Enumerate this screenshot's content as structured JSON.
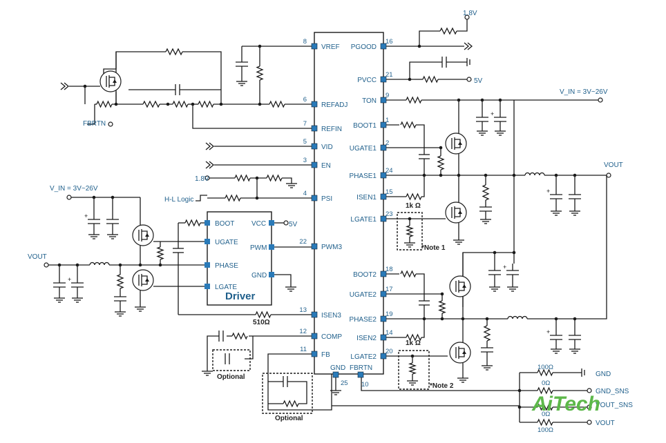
{
  "ic": {
    "left_pins": [
      {
        "name": "VREF",
        "num": "8"
      },
      {
        "name": "REFADJ",
        "num": "6"
      },
      {
        "name": "REFIN",
        "num": "7"
      },
      {
        "name": "VID",
        "num": "5"
      },
      {
        "name": "EN",
        "num": "3"
      },
      {
        "name": "PSI",
        "num": "4"
      },
      {
        "name": "PWM3",
        "num": "22"
      },
      {
        "name": "ISEN3",
        "num": "13"
      },
      {
        "name": "COMP",
        "num": "12"
      },
      {
        "name": "FB",
        "num": "11"
      }
    ],
    "right_pins": [
      {
        "name": "PGOOD",
        "num": "16"
      },
      {
        "name": "PVCC",
        "num": "21"
      },
      {
        "name": "TON",
        "num": "9"
      },
      {
        "name": "BOOT1",
        "num": "1"
      },
      {
        "name": "UGATE1",
        "num": "2"
      },
      {
        "name": "PHASE1",
        "num": "24"
      },
      {
        "name": "ISEN1",
        "num": "15"
      },
      {
        "name": "LGATE1",
        "num": "23"
      },
      {
        "name": "BOOT2",
        "num": "18"
      },
      {
        "name": "UGATE2",
        "num": "17"
      },
      {
        "name": "PHASE2",
        "num": "19"
      },
      {
        "name": "ISEN2",
        "num": "14"
      },
      {
        "name": "LGATE2",
        "num": "20"
      }
    ],
    "bottom_pins": [
      {
        "name": "GND",
        "num": "25"
      },
      {
        "name": "FBRTN",
        "num": "10"
      }
    ]
  },
  "driver": {
    "title": "Driver",
    "left_pins": [
      "BOOT",
      "UGATE",
      "PHASE",
      "LGATE"
    ],
    "right_pins": [
      "VCC",
      "PWM",
      "GND"
    ],
    "vcc_supply": "5V"
  },
  "nets": {
    "v18_top": "1.8V",
    "v5_pvcc": "5V",
    "vin_main": "V_IN = 3V~26V",
    "vin_driver": "V_IN = 3V~26V",
    "vout_right": "VOUT",
    "vout_left": "VOUT",
    "fbrtn": "FBRTN",
    "v18_left": "1.8V",
    "hl_logic": "H-L Logic"
  },
  "labels": {
    "r_1k_1": "1k Ω",
    "r_1k_2": "1k Ω",
    "r_510": "510Ω",
    "note1": "*Note 1",
    "note2": "*Note 2",
    "optional_comp": "Optional",
    "optional_fb": "Optional"
  },
  "sense_outputs": [
    {
      "resistor": "100Ω",
      "net": "GND"
    },
    {
      "resistor": "0Ω",
      "net": "GND_SNS"
    },
    {
      "resistor": "0Ω",
      "net": "VOUT_SNS"
    },
    {
      "resistor": "100Ω",
      "net": "VOUT"
    }
  ],
  "watermark": "AiTech",
  "colors": {
    "label_blue": "#1f5f8b",
    "pin_fill": "#2a7ab8",
    "watermark_green": "#5db84a",
    "watermark_gray": "#555555"
  }
}
